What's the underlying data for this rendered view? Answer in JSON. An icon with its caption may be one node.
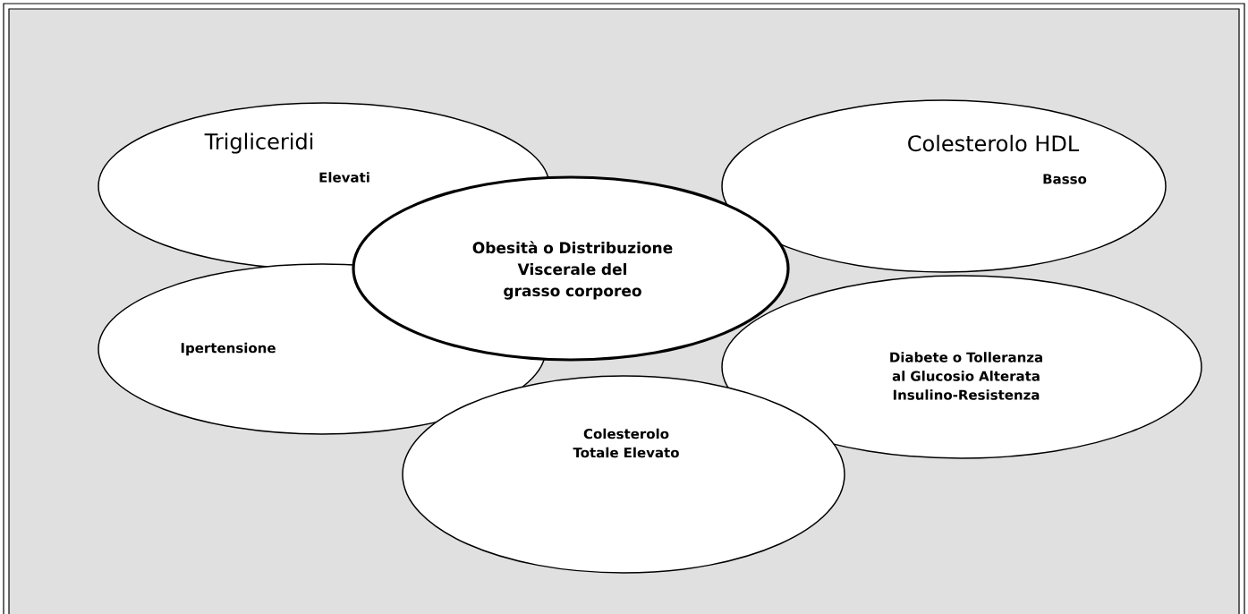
{
  "diagram": {
    "nodes": [
      {
        "text": [
          "Trigliceridi",
          "Elevati"
        ]
      },
      {
        "text": [
          "Colesterolo HDL",
          "Basso"
        ]
      },
      {
        "text": [
          "Ipertensione"
        ]
      },
      {
        "text": [
          "Diabete o Tolleranza al Glucosio Alterata Insulino-Resistenza"
        ]
      },
      {
        "text": [
          "Colesterolo Totale Elevato"
        ]
      },
      {
        "text": [
          "Obesità o Distribuzione Viscerale del grasso corporeo"
        ]
      }
    ]
  }
}
